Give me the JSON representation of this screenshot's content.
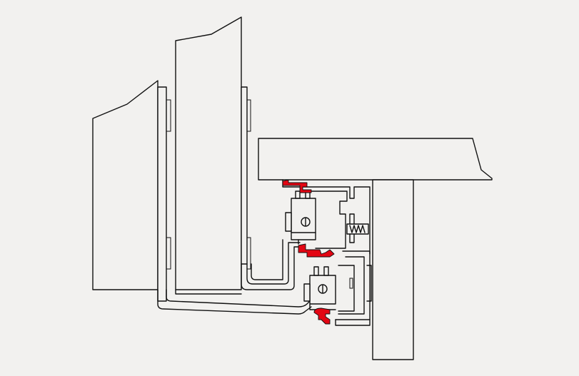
{
  "figure": {
    "description_visible_text": "",
    "colors": {
      "background": "#f2f1ef",
      "line": "#111111",
      "seal": "#e30613"
    },
    "parts": [
      "outer-door-leaf",
      "inner-door-leaf",
      "outer-frame-profile",
      "inner-frame-profile",
      "wall-lintel",
      "wall-post",
      "upper-hinge-block",
      "lower-hinge-block",
      "spring-element",
      "gasket-seals"
    ]
  }
}
